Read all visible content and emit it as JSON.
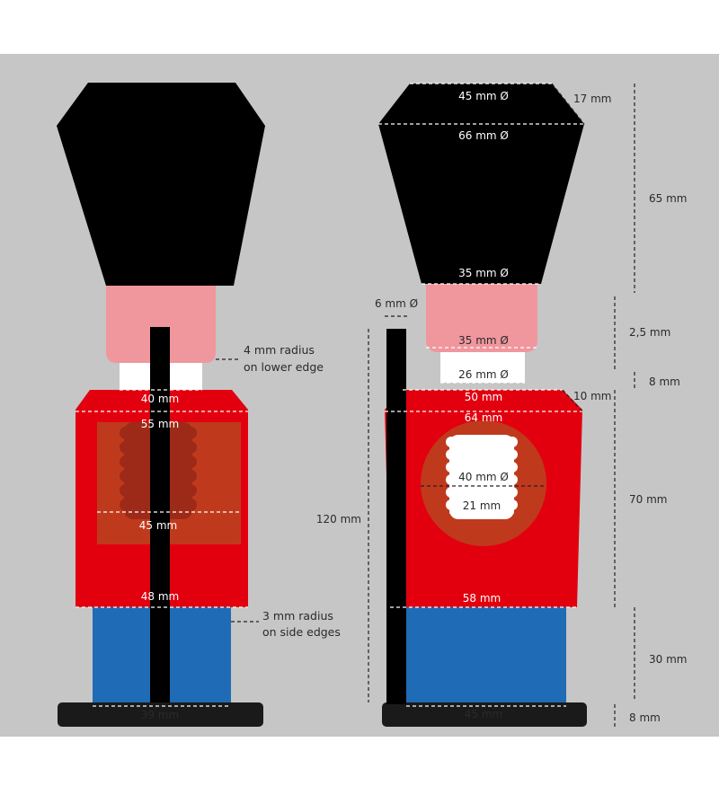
{
  "colors": {
    "background": "#c6c6c6",
    "hat": "#000000",
    "face": "#f0969d",
    "neck": "#ffffff",
    "jacket": "#e2000f",
    "jacket_inlay": "#bf3a1c",
    "spring": "#9d2a18",
    "trousers": "#1f6bb5",
    "base": "#1a1a1a",
    "rod": "#000000"
  },
  "left_figure": {
    "labels": {
      "shoulder_top": "40 mm",
      "jacket_top": "55 mm",
      "inlay_bottom": "45 mm",
      "jacket_bottom": "48 mm",
      "base": "39 mm"
    },
    "notes": {
      "face_radius_line1": "4 mm radius",
      "face_radius_line2": "on lower edge",
      "trousers_radius_line1": "3 mm radius",
      "trousers_radius_line2": "on side edges"
    }
  },
  "right_figure": {
    "labels": {
      "hat_top": "45 mm Ø",
      "hat_rim": "66 mm Ø",
      "hat_bottom": "35 mm Ø",
      "face_bottom": "35 mm Ø",
      "neck": "26 mm Ø",
      "shoulder_top": "50 mm",
      "jacket_top": "64 mm",
      "circle": "40 mm Ø",
      "spring": "21 mm",
      "jacket_bottom": "58 mm",
      "base": "45 mm",
      "rod_diameter": "6 mm Ø",
      "rod_height": "120 mm"
    },
    "dimensions": {
      "hat_top_height": "17 mm",
      "hat_height": "65 mm",
      "face_gap": "2,5 mm",
      "neck_height": "8 mm",
      "shoulder_height": "10 mm",
      "jacket_height": "70 mm",
      "trousers_height": "30 mm",
      "base_height": "8 mm"
    }
  }
}
